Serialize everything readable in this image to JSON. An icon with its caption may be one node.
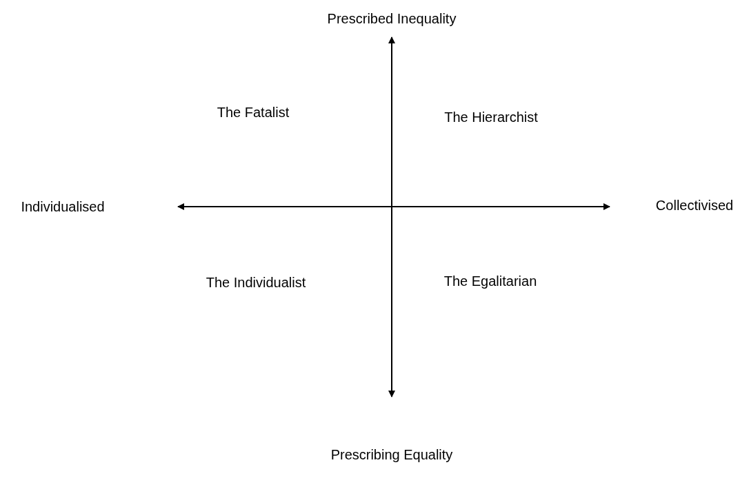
{
  "diagram": {
    "labels": [
      "Prescribed Inequality",
      "The Fatalist",
      "The Hierarchist",
      "Individualised",
      "Collectivised",
      "The Individualist",
      "The Egalitarian",
      "Prescribing Equality"
    ]
  }
}
